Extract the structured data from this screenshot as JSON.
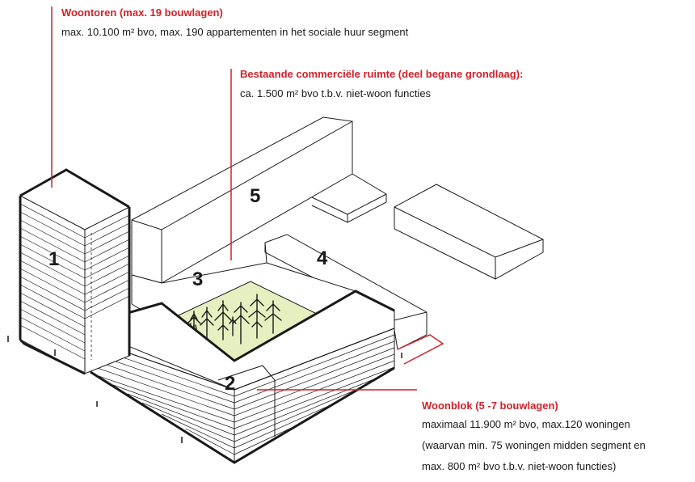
{
  "annotations": {
    "woontoren": {
      "title": "Woontoren (max. 19 bouwlagen)",
      "lines": [
        "max. 10.100 m² bvo, max. 190 appartementen in het sociale huur segment"
      ]
    },
    "commercieel": {
      "title": "Bestaande commerciële ruimte (deel begane grondlaag):",
      "lines": [
        "ca. 1.500 m² bvo t.b.v. niet-woon functies"
      ]
    },
    "woonblok": {
      "title": "Woonblok (5 -7 bouwlagen)",
      "lines": [
        "maximaal 11.900 m² bvo, max.120 woningen",
        "(waarvan min. 75 woningen midden segment en",
        "max. 800 m² bvo t.b.v. niet-woon functies)"
      ]
    }
  },
  "block_labels": {
    "b1": "1",
    "b2": "2",
    "b3": "3",
    "b4": "4",
    "b5": "5"
  },
  "colors": {
    "accent": "#d0212a",
    "courtyard": "#e6efbf",
    "line": "#1a1a1a"
  }
}
